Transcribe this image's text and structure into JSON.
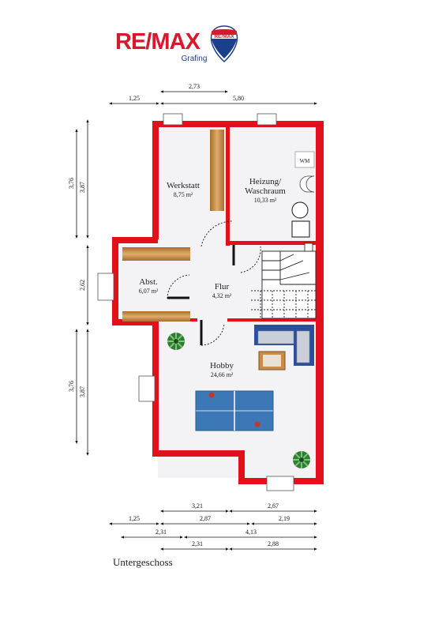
{
  "logo": {
    "brand": "RE/MAX",
    "balloon_text": "RE/MAX",
    "office": "Grafing",
    "colors": {
      "red": "#d7192d",
      "blue": "#1b3f8b"
    }
  },
  "rooms": {
    "werkstatt": {
      "name": "Werkstatt",
      "area": "8,75 m²"
    },
    "heizung": {
      "name_line1": "Heizung/",
      "name_line2": "Waschraum",
      "area": "10,33 m²"
    },
    "abst": {
      "name": "Abst.",
      "area": "6,07 m²"
    },
    "flur": {
      "name": "Flur",
      "area": "4,32 m²"
    },
    "hobby": {
      "name": "Hobby",
      "area": "24,66 m²"
    }
  },
  "fixtures": {
    "washer_label": "WM"
  },
  "dimensions": {
    "top_1": "1,25",
    "top_2": "2,73",
    "top_3": "5,80",
    "left_1": "3,76",
    "left_2": "3,87",
    "left_3": "2,62",
    "left_4": "3,76",
    "left_5": "3,87",
    "bottom_1": "3,21",
    "bottom_2": "2,67",
    "bottom_3": "1,25",
    "bottom_4": "2,87",
    "bottom_5": "2,19",
    "bottom_6": "2,31",
    "bottom_7": "4,13",
    "bottom_8": "2,31",
    "bottom_9": "2,88"
  },
  "caption": "Untergeschoss",
  "colors": {
    "wall": "#e3101c",
    "wood": "#c98d49",
    "sofa": "#2b4f9c",
    "table": "#3b78b5",
    "floor": "#f4f4f6"
  }
}
